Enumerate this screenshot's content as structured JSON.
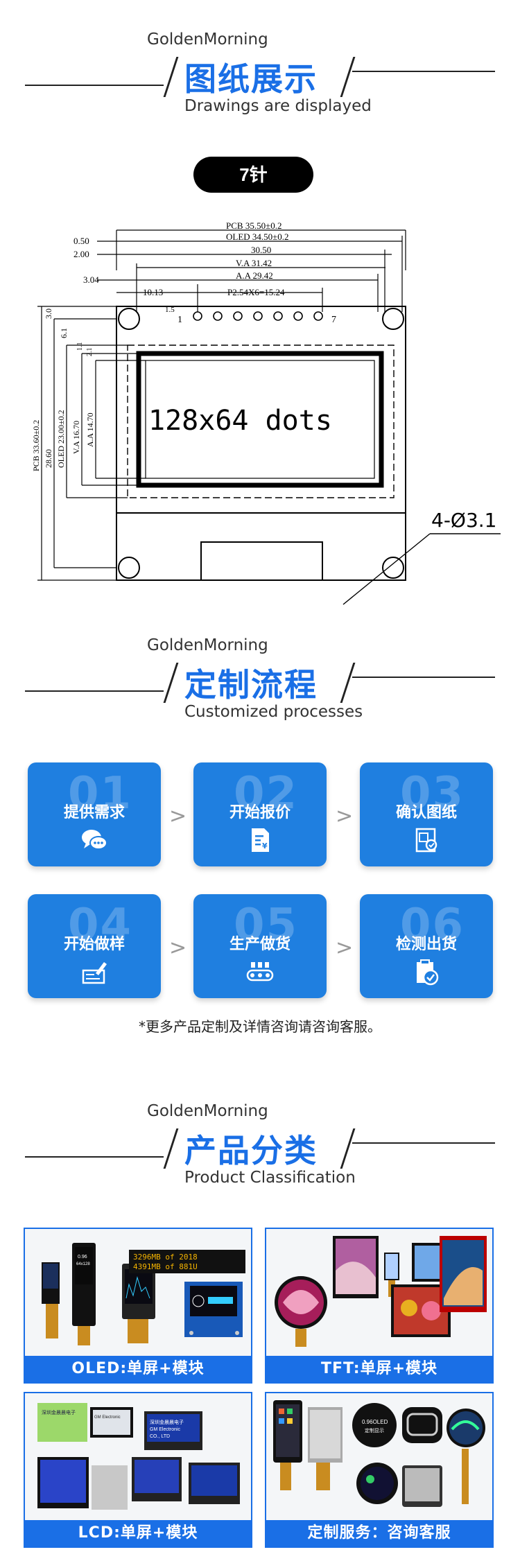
{
  "sections": {
    "drawings": {
      "brand": "GoldenMorning",
      "title": "图纸展示",
      "subtitle": "Drawings are displayed"
    },
    "process": {
      "brand": "GoldenMorning",
      "title": "定制流程",
      "subtitle": "Customized processes"
    },
    "products": {
      "brand": "GoldenMorning",
      "title": "产品分类",
      "subtitle": "Product Classification"
    }
  },
  "pin_label": "7针",
  "drawing": {
    "dims": {
      "pcb_w": "PCB 35.50±0.2",
      "oled_w": "OLED 34.50±0.2",
      "d_050": "0.50",
      "d_200": "2.00",
      "d_3050": "30.50",
      "va_w": "V.A 31.42",
      "d_304": "3.04",
      "aa_w": "A.A 29.42",
      "d_1013": "10.13",
      "pitch": "P2.54X6=15.24",
      "d_15": "1.5",
      "pin1": "1",
      "pin7": "7",
      "pcb_h": "PCB 33.60±0.2",
      "d_2860": "28.60",
      "oled_h": "OLED 23.00±0.2",
      "va_h": "V.A 16.70",
      "aa_h": "A.A 14.70",
      "d_30": "3.0",
      "d_61": "6.1",
      "d_11": "1.1",
      "d_21": "2.1",
      "dots": "128x64 dots",
      "holes": "4-Ø3.1"
    }
  },
  "process_steps": [
    {
      "num": "01",
      "label": "提供需求",
      "icon": "chat-icon"
    },
    {
      "num": "02",
      "label": "开始报价",
      "icon": "quote-doc-icon"
    },
    {
      "num": "03",
      "label": "确认图纸",
      "icon": "blueprint-icon"
    },
    {
      "num": "04",
      "label": "开始做样",
      "icon": "drafting-icon"
    },
    {
      "num": "05",
      "label": "生产做货",
      "icon": "conveyor-icon"
    },
    {
      "num": "06",
      "label": "检测出货",
      "icon": "inspect-icon"
    }
  ],
  "arrow_glyph": ">",
  "note": "*更多产品定制及详情咨询请咨询客服。",
  "products": [
    {
      "label": "OLED:单屏+模块"
    },
    {
      "label": "TFT:单屏+模块"
    },
    {
      "label": "LCD:单屏+模块"
    },
    {
      "label": "定制服务：咨询客服"
    }
  ],
  "product_photo_text": {
    "oled_a": "3296MB of 2018",
    "oled_b": "4391MB of 881U",
    "oled_c": "0.96",
    "oled_d": "64x128",
    "lcd_a": "深圳金晨晨电子",
    "lcd_b": "GM Electronic",
    "lcd_c": "CO., LTD",
    "custom_a": "0.96OLED",
    "custom_b": "定制显示"
  },
  "colors": {
    "accent": "#1a6fe6",
    "card": "#1f7fe0",
    "ink": "#111111"
  }
}
